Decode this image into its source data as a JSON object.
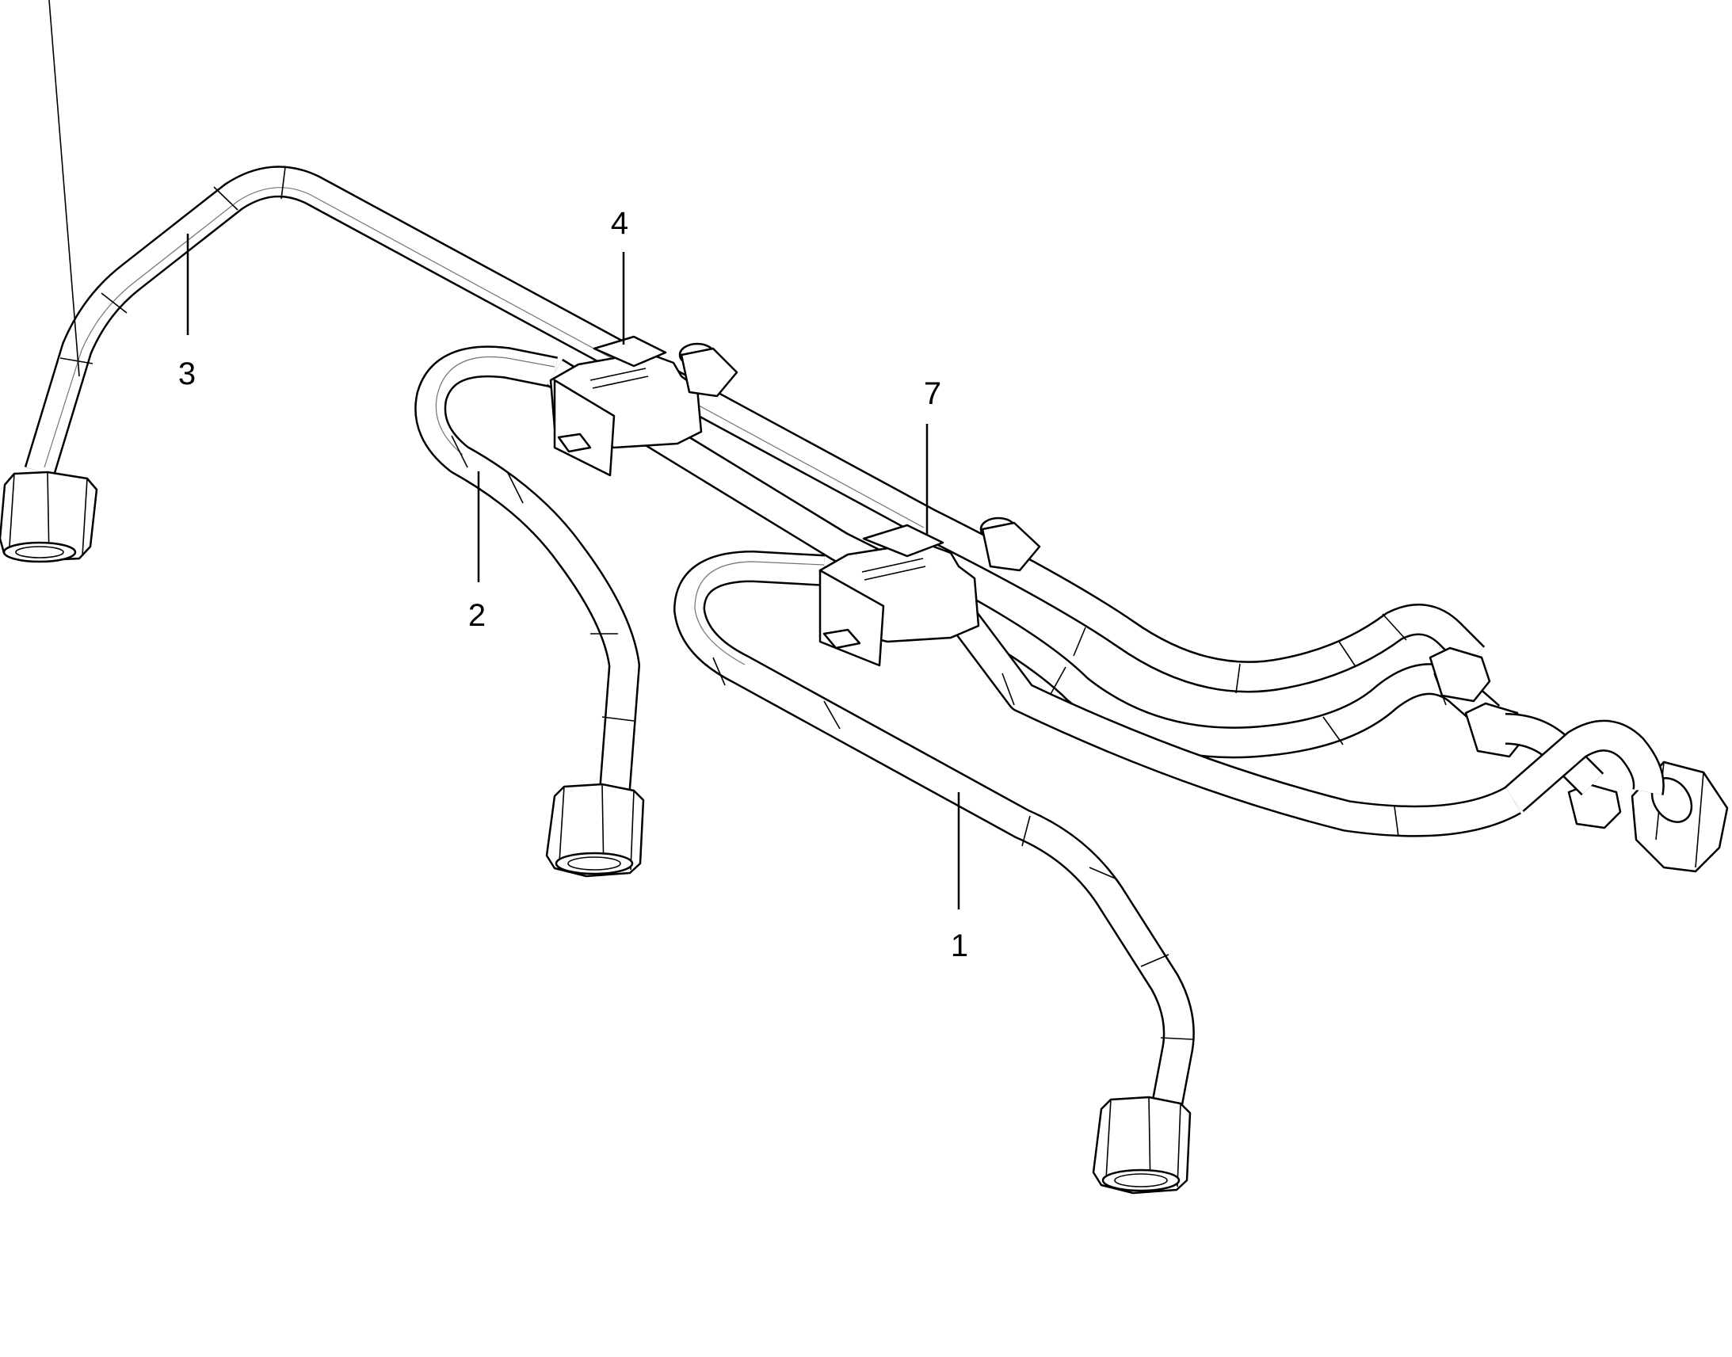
{
  "callouts": {
    "item1": "1",
    "item2": "2",
    "item3": "3",
    "item4": "4",
    "item7": "7"
  },
  "colors": {
    "ink": "#000000",
    "paper": "#ffffff"
  }
}
